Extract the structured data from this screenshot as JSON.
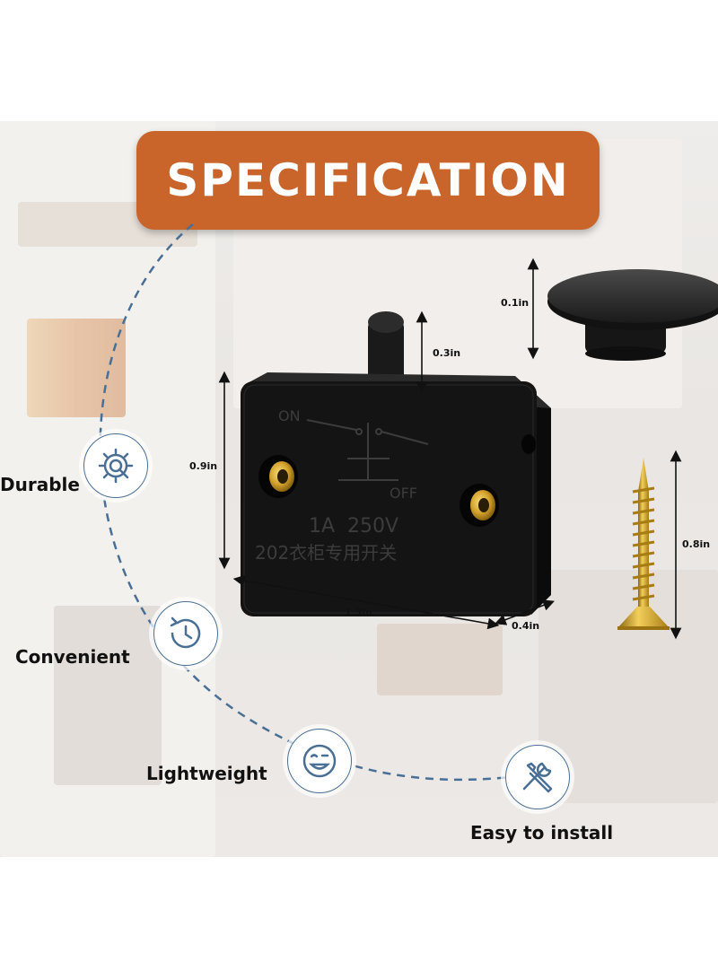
{
  "title": "SPECIFICATION",
  "features": [
    {
      "label": "Durable",
      "icon": "gear-magnifier-icon"
    },
    {
      "label": "Convenient",
      "icon": "clock-refresh-icon"
    },
    {
      "label": "Lightweight",
      "icon": "smiley-wink-icon"
    },
    {
      "label": "Easy to install",
      "icon": "tools-icon"
    }
  ],
  "switch_text": {
    "on": "ON",
    "off": "OFF",
    "rating": "1A  250V",
    "model": "202衣柜专用开关"
  },
  "dimensions": {
    "button_cap_height": "0.1in",
    "plunger_height": "0.3in",
    "body_height": "0.9in",
    "body_width": "1.3in",
    "body_depth": "0.4in",
    "screw_length": "0.8in"
  },
  "colors": {
    "banner": "#c9642b",
    "accent_line": "#4a6f95",
    "switch_body": "#111111",
    "brass": "#d4a22c"
  }
}
